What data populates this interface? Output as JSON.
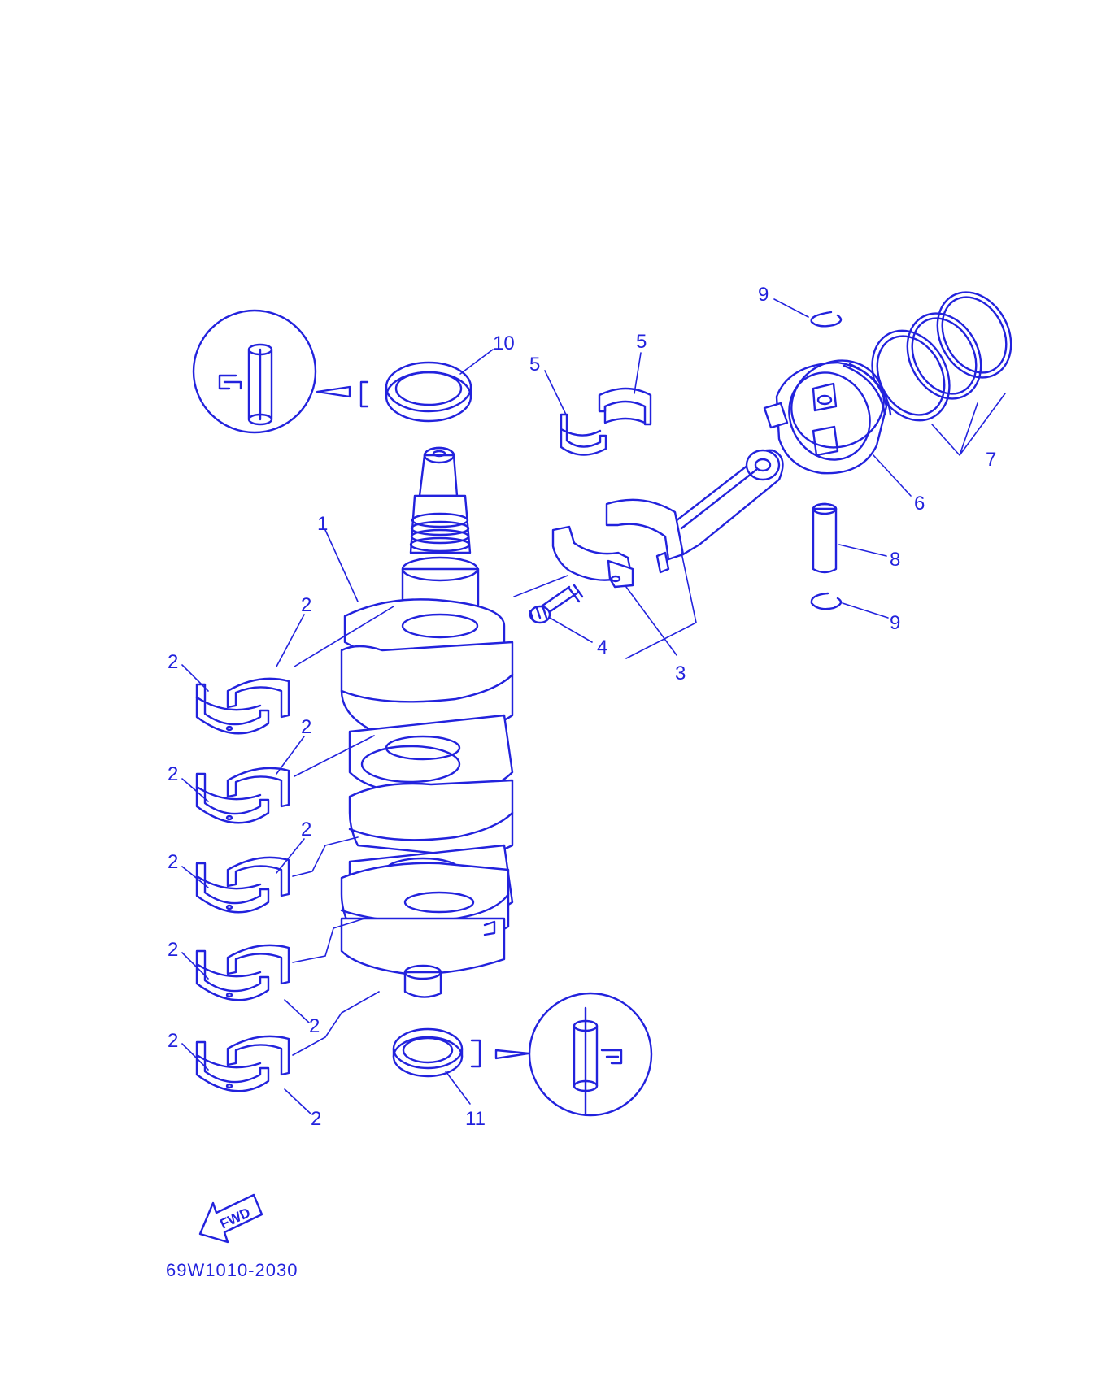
{
  "diagram": {
    "part_code": "69W1010-2030",
    "fwd_label": "FWD",
    "line_color": "#2222dd",
    "callouts": {
      "c1": "1",
      "c2": "2",
      "c3": "3",
      "c4": "4",
      "c5": "5",
      "c6": "6",
      "c7": "7",
      "c8": "8",
      "c9": "9",
      "c10": "10",
      "c11": "11"
    },
    "icons": [
      "grease-apply-icon",
      "fwd-arrow-icon"
    ]
  }
}
